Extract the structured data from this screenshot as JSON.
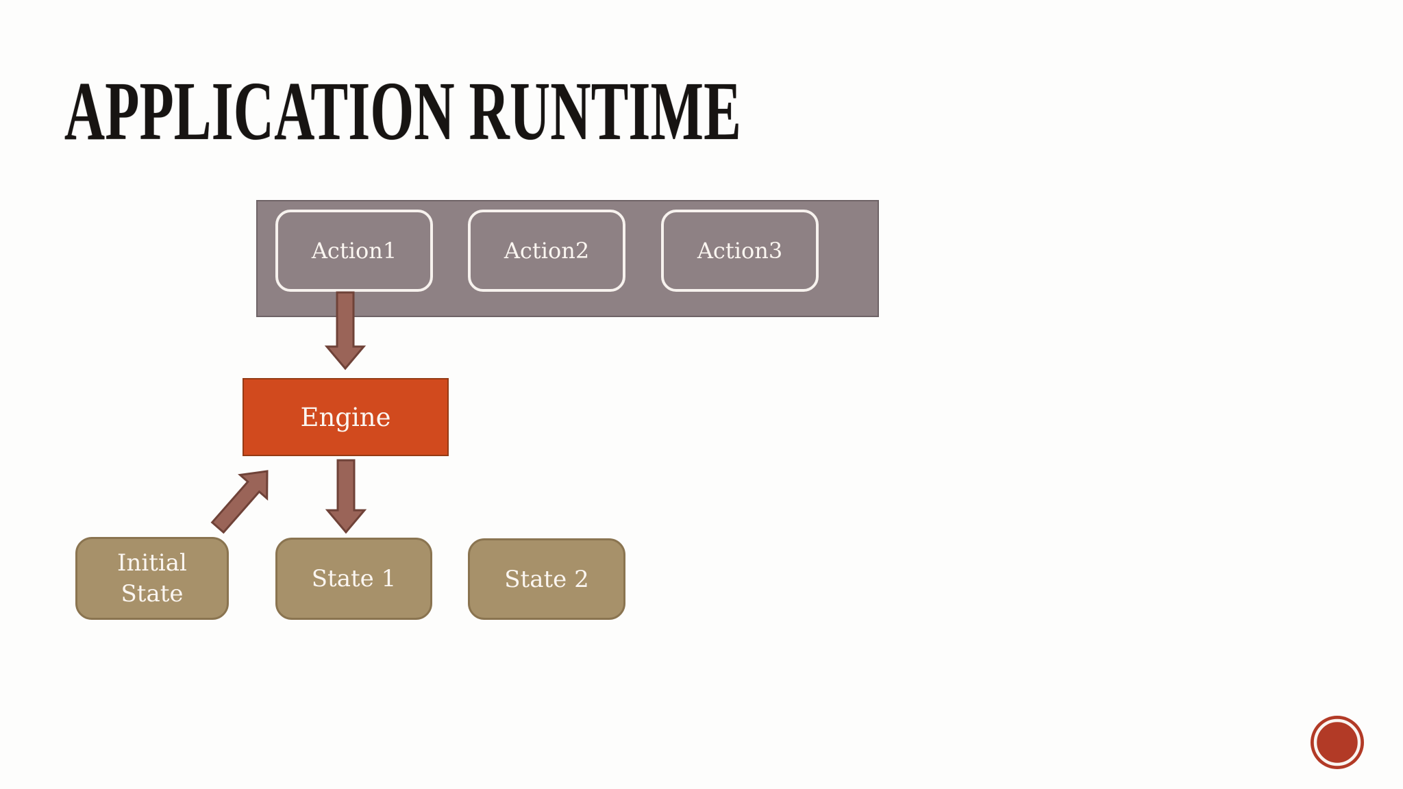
{
  "slide": {
    "title": "APPLICATION RUNTIME"
  },
  "palette": {
    "background": "#fdfdfc",
    "title_color": "#171412",
    "container_gray_fill": "#8e8184",
    "container_gray_border": "#6e6366",
    "action_box_border": "#f7f2ee",
    "engine_fill": "#d14a1e",
    "engine_border": "#943a14",
    "state_fill": "#a7916a",
    "state_border": "#8a7450",
    "arrow_fill": "#9a6458",
    "arrow_border": "#6f4238",
    "stamp_red": "#b23a26",
    "stamp_ring_white": "#faf5f1",
    "shape_text": "#fbf6f1"
  },
  "diagram": {
    "actions": [
      {
        "label": "Action1"
      },
      {
        "label": "Action2"
      },
      {
        "label": "Action3"
      }
    ],
    "engine": {
      "label": "Engine"
    },
    "states": [
      {
        "label": "Initial State"
      },
      {
        "label": "State 1"
      },
      {
        "label": "State 2"
      }
    ],
    "arrows": [
      {
        "name": "action1-to-engine",
        "from": "Action1",
        "to": "Engine"
      },
      {
        "name": "engine-to-state1",
        "from": "Engine",
        "to": "State 1"
      },
      {
        "name": "initial-state-to-engine",
        "from": "Initial State",
        "to": "Engine"
      }
    ]
  }
}
